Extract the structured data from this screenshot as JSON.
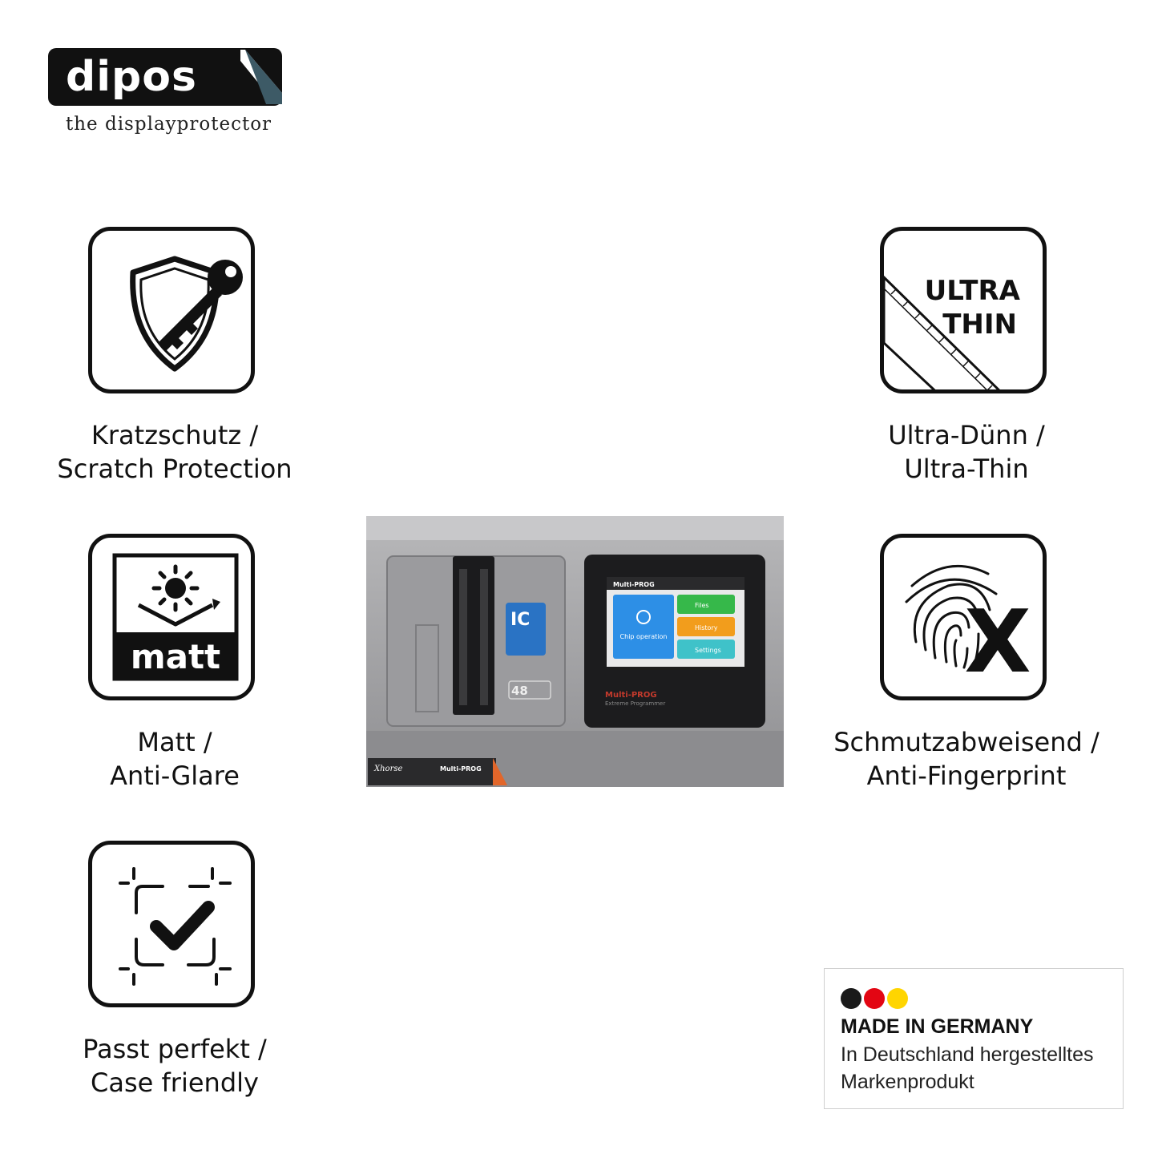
{
  "brand": {
    "name": "dipos",
    "tagline": "the displayprotector"
  },
  "features": [
    {
      "icon": "shield-key-icon",
      "line1": "Kratzschutz /",
      "line2": "Scratch Protection"
    },
    {
      "icon": "matt-sun-icon",
      "icon_text": "matt",
      "line1": "Matt /",
      "line2": "Anti-Glare"
    },
    {
      "icon": "case-check-icon",
      "line1": "Passt perfekt /",
      "line2": "Case friendly"
    },
    {
      "icon": "ultra-thin-ruler-icon",
      "icon_text_1": "ULTRA",
      "icon_text_2": "THIN",
      "line1": "Ultra-Dünn /",
      "line2": "Ultra-Thin"
    },
    {
      "icon": "fingerprint-x-icon",
      "icon_text": "X",
      "line1": "Schmutzabweisend /",
      "line2": "Anti-Fingerprint"
    }
  ],
  "product": {
    "brand": "Xhorse",
    "model": "Multi-PROG",
    "subtitle": "Extreme Programmer",
    "screen_tiles": [
      "Chip operation",
      "Files",
      "History",
      "Settings"
    ],
    "pin_label": "48"
  },
  "badge": {
    "colors": [
      "#1a1a1a",
      "#e30613",
      "#ffd500"
    ],
    "title": "MADE IN GERMANY",
    "line1": "In Deutschland hergestelltes",
    "line2": "Markenprodukt"
  }
}
